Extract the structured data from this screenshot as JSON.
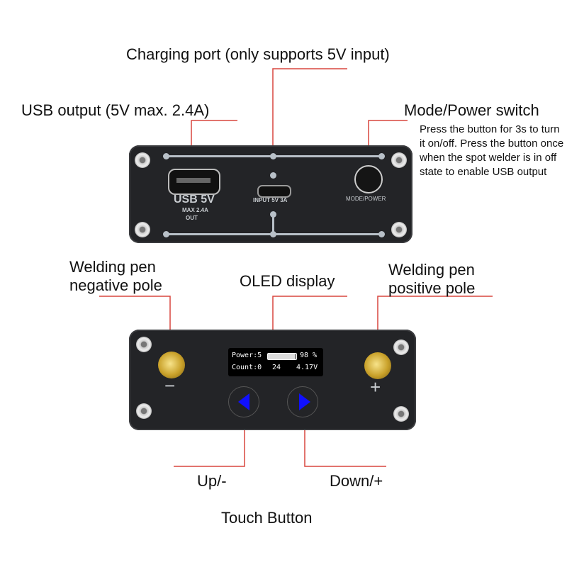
{
  "labels": {
    "charging_port": "Charging port (only supports 5V input)",
    "usb_output": "USB output (5V max. 2.4A)",
    "mode_switch": "Mode/Power switch",
    "mode_desc": "Press the button for 3s to turn it on/off. Press the button once when the spot welder is in off state to enable USB output",
    "neg_pole": [
      "Welding pen",
      "negative pole"
    ],
    "oled": "OLED display",
    "pos_pole": [
      "Welding pen",
      "positive pole"
    ],
    "up": "Up/-",
    "down": "Down/+",
    "touch": "Touch Button"
  },
  "top_panel": {
    "usb_title": "USB 5V",
    "usb_max": "MAX 2.4A",
    "usb_out": "OUT",
    "input": "INPUT  5V 3A",
    "mode": "MODE/POWER"
  },
  "front_panel": {
    "minus": "−",
    "plus": "+",
    "oled": {
      "power": "Power:5",
      "battery_pct": "98 %",
      "battery_level": 0.98,
      "count": "Count:0",
      "temp": "24",
      "voltage": "4.17V"
    }
  },
  "colors": {
    "leader": "#d9463f",
    "accent_arrow": "#1010ff"
  }
}
